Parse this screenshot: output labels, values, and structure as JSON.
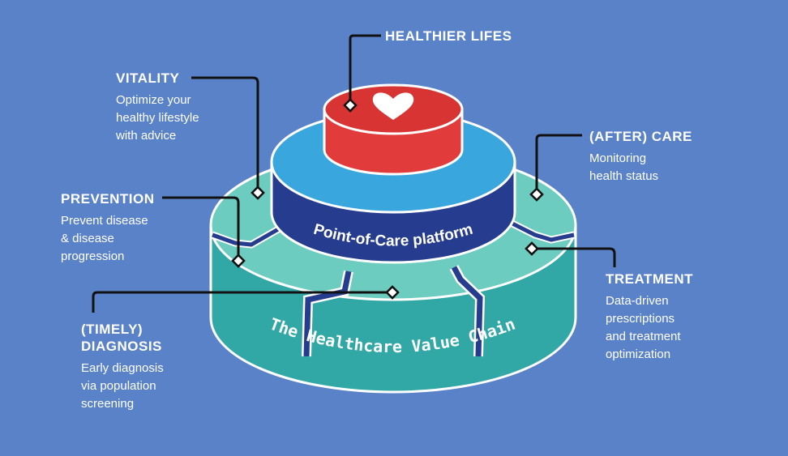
{
  "colors": {
    "background": "#5a82c9",
    "teal": "#3fb6ad",
    "teal_top": "#6dccc0",
    "blue_ring": "#3aa6de",
    "navy": "#263c8e",
    "red": "#e23b3b",
    "white": "#ffffff",
    "connector": "#111111"
  },
  "platform": {
    "top_label": "Point-of-Care platform",
    "base_label": "The Healthcare Value Chain",
    "heart_icon": "heart-icon"
  },
  "labels": {
    "healthier": {
      "title": "HEALTHIER LIFES"
    },
    "vitality": {
      "title": "VITALITY",
      "desc": [
        "Optimize your",
        "healthy lifestyle",
        "with advice"
      ]
    },
    "prevention": {
      "title": "PREVENTION",
      "desc": [
        "Prevent disease",
        "& disease",
        "progression"
      ]
    },
    "diagnosis": {
      "title": [
        "(TIMELY)",
        "DIAGNOSIS"
      ],
      "desc": [
        "Early diagnosis",
        "via population",
        "screening"
      ]
    },
    "aftercare": {
      "title": "(AFTER) CARE",
      "desc": [
        "Monitoring",
        "health status"
      ]
    },
    "treatment": {
      "title": "TREATMENT",
      "desc": [
        "Data-driven",
        "prescriptions",
        "and treatment",
        "optimization"
      ]
    }
  }
}
